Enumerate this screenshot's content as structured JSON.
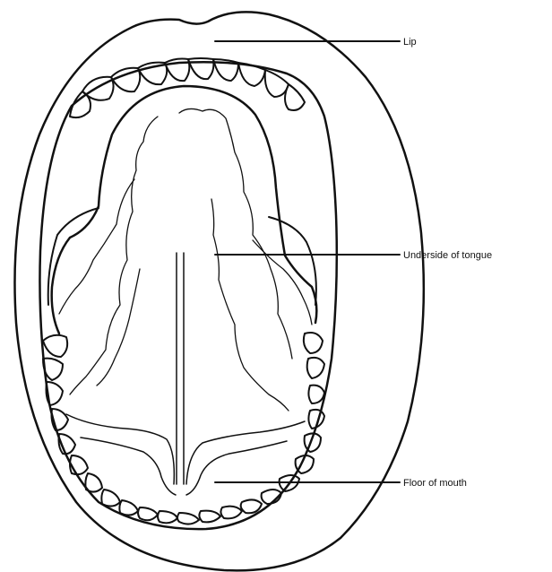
{
  "labels": {
    "lip": "Lip",
    "underside_of_tongue": "Underside of tongue",
    "floor_of_mouth": "Floor of mouth"
  },
  "colors": {
    "line": "#111111",
    "fill": "#ffffff"
  }
}
